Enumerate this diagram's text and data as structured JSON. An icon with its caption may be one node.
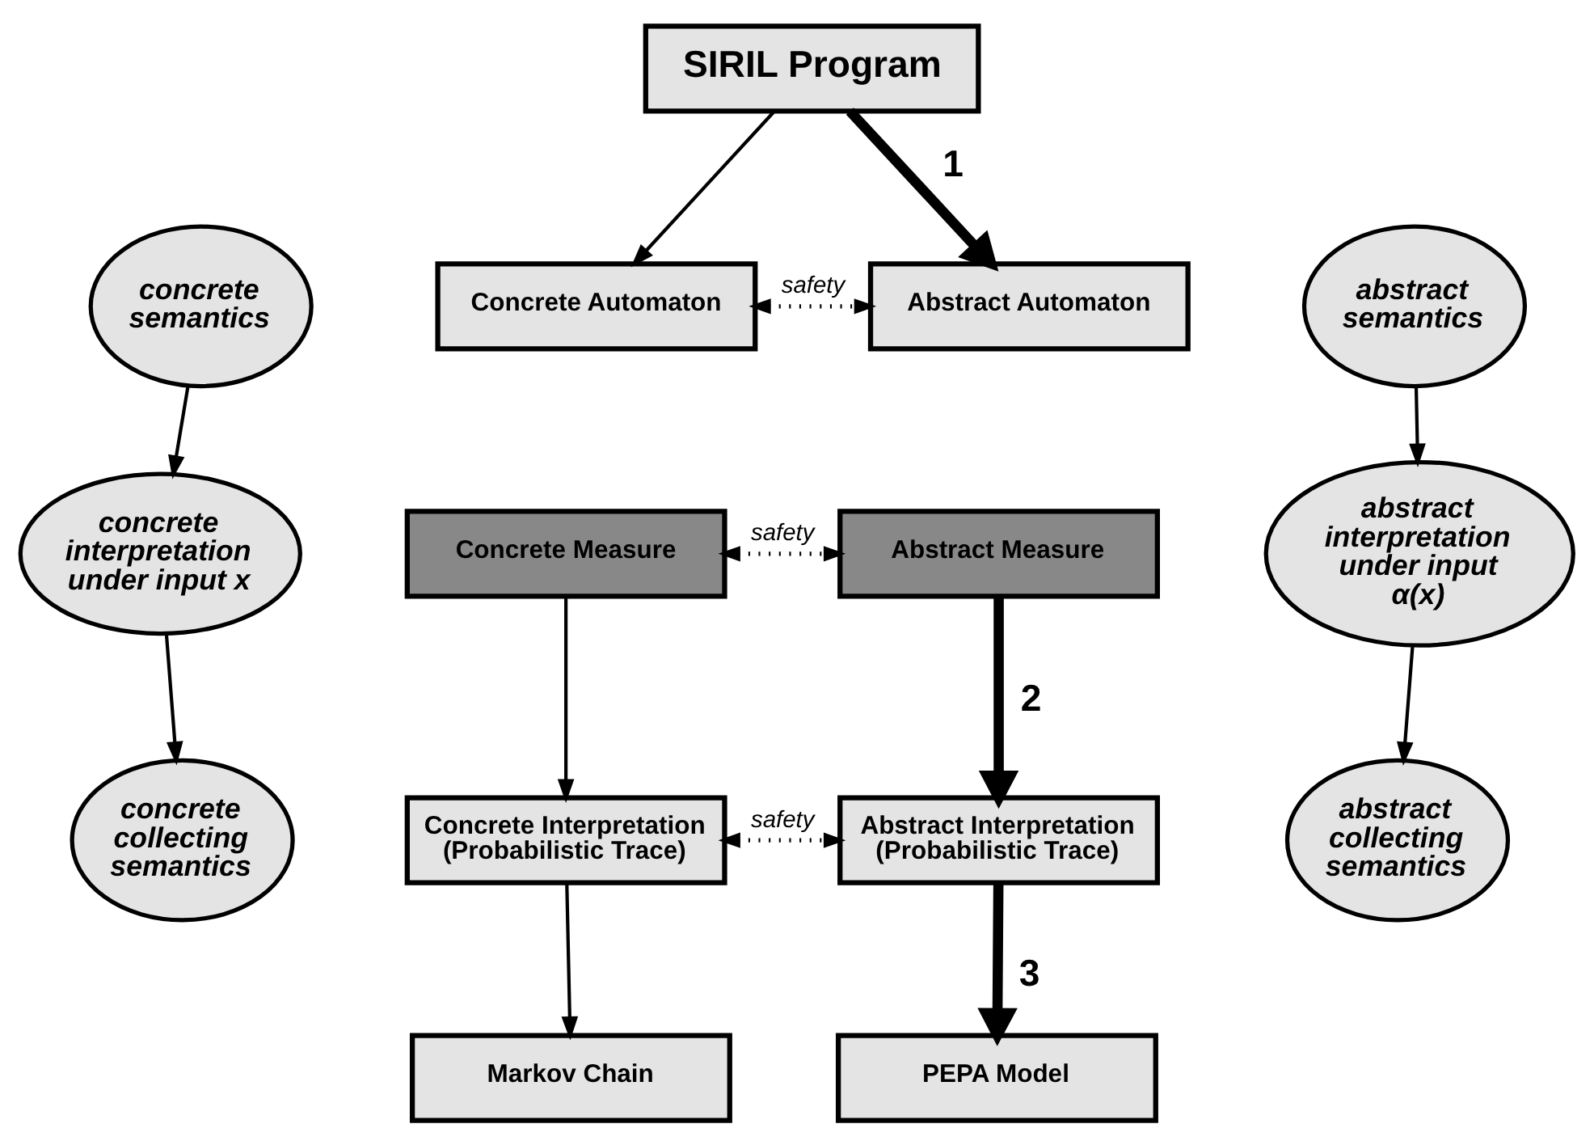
{
  "diagram": {
    "nodes": [
      {
        "text": [
          "SIRIL Program"
        ]
      },
      {
        "text": [
          "concrete semantics"
        ]
      },
      {
        "text": [
          "Concrete Automaton"
        ]
      },
      {
        "text": [
          "Abstract Automaton"
        ]
      },
      {
        "text": [
          "abstract semantics"
        ]
      },
      {
        "text": [
          "Concrete Measure"
        ]
      },
      {
        "text": [
          "Abstract Measure"
        ]
      },
      {
        "text": [
          "concrete interpretation under input x"
        ]
      },
      {
        "text": [
          "abstract interpretation under input α(x)"
        ]
      },
      {
        "text": [
          "Concrete Interpretation (Probabilistic Trace)"
        ]
      },
      {
        "text": [
          "Abstract Interpretation (Probabilistic Trace)"
        ]
      },
      {
        "text": [
          "concrete collecting semantics"
        ]
      },
      {
        "text": [
          "abstract collecting semantics"
        ]
      },
      {
        "text": [
          "Markov Chain"
        ]
      },
      {
        "text": [
          "PEPA Model"
        ]
      }
    ],
    "edges": [
      {
        "from": 0,
        "to": 2,
        "arrow": "to"
      },
      {
        "from": 0,
        "to": 3,
        "arrow": "to",
        "label": "1",
        "style": "thick"
      },
      {
        "from": 2,
        "to": 3,
        "arrow": "both",
        "label": "safety",
        "style": "dashed"
      },
      {
        "from": 5,
        "to": 6,
        "arrow": "both",
        "label": "safety",
        "style": "dashed"
      },
      {
        "from": 5,
        "to": 9,
        "arrow": "to"
      },
      {
        "from": 6,
        "to": 10,
        "arrow": "to",
        "label": "2",
        "style": "thick"
      },
      {
        "from": 9,
        "to": 10,
        "arrow": "both",
        "label": "safety",
        "style": "dashed"
      },
      {
        "from": 9,
        "to": 13,
        "arrow": "to"
      },
      {
        "from": 10,
        "to": 14,
        "arrow": "to",
        "label": "3",
        "style": "thick"
      },
      {
        "from": 1,
        "to": 7,
        "arrow": "to"
      },
      {
        "from": 7,
        "to": 11,
        "arrow": "to"
      },
      {
        "from": 4,
        "to": 8,
        "arrow": "to"
      },
      {
        "from": 8,
        "to": 12,
        "arrow": "to"
      }
    ]
  }
}
